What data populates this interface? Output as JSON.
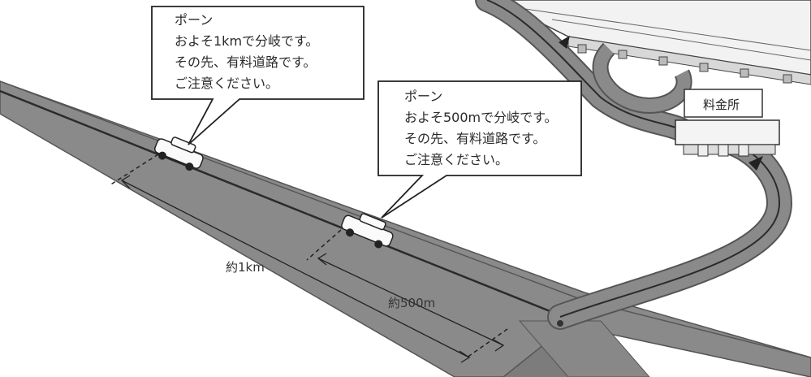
{
  "callout_1km": {
    "line1": "ポーン",
    "line2": "およそ1kmで分岐です。",
    "line3": "その先、有料道路です。",
    "line4": "ご注意ください。"
  },
  "callout_500m": {
    "line1": "ポーン",
    "line2": "およそ500mで分岐です。",
    "line3": "その先、有料道路です。",
    "line4": "ご注意ください。"
  },
  "distance_1km": "約1km",
  "distance_500m": "約500m",
  "toll_booth": "料金所",
  "colors": {
    "road": "#8a8a8a",
    "road_edge": "#555555",
    "centerline": "#2b2b2b",
    "highway": "#f4f4f4",
    "callout_border": "#222222"
  }
}
